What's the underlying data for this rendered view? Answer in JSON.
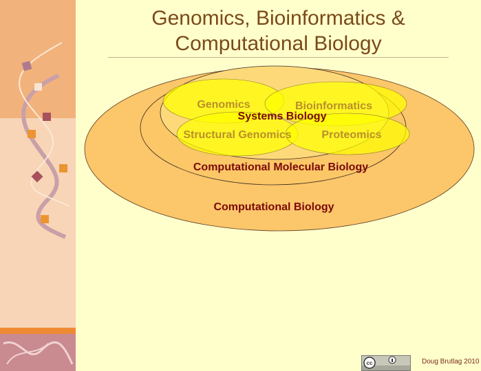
{
  "slide": {
    "title_line1": "Genomics, Bioinformatics &",
    "title_line2": "Computational Biology",
    "credit": "Doug Brutlag 2010",
    "license_badge": "cc-by-icon"
  },
  "diagram": {
    "outer": "Computational Biology",
    "middle": "Computational Molecular Biology",
    "inner": "Systems Biology",
    "subfields": [
      "Genomics",
      "Bioinformatics",
      "Structural Genomics",
      "Proteomics"
    ]
  },
  "colors": {
    "outer": "#fcc66a",
    "middle": "#fbd27a",
    "yellow": "#ffff00",
    "label_dark": "#7a0a0a",
    "label_light": "#b8902a",
    "title": "#7a4a1a"
  }
}
